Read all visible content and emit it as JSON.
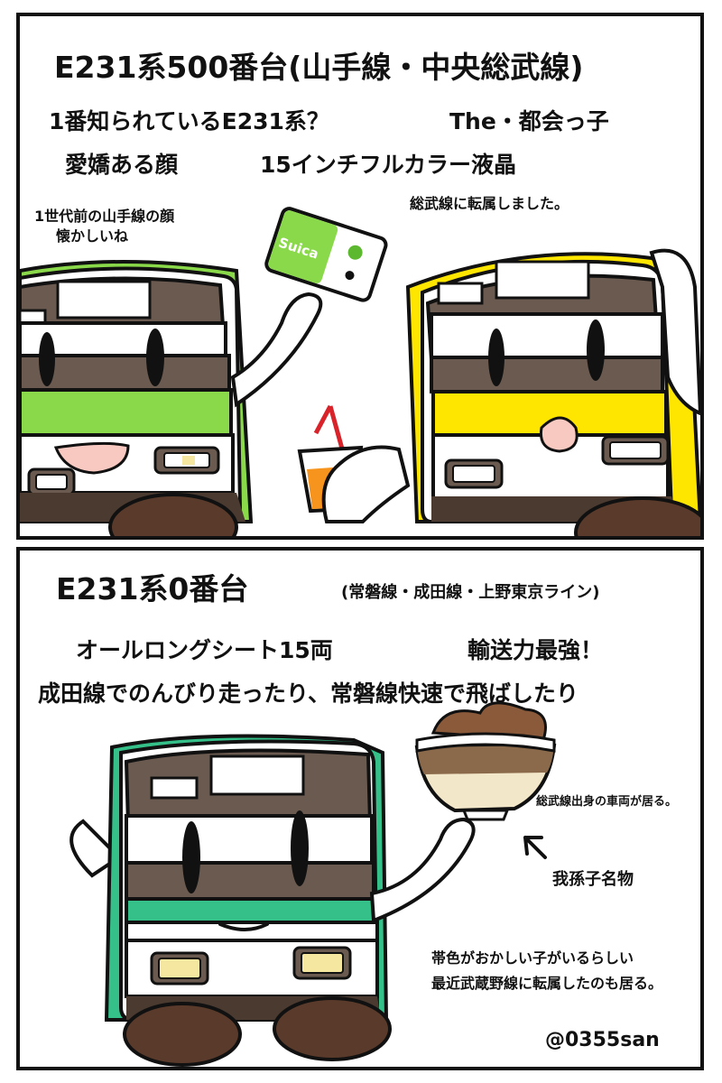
{
  "panel1": {
    "title": "E231系500番台(山手線・中央総武線)",
    "line1_left": "1番知られているE231系？",
    "line1_right": "The・都会っ子",
    "line2_left": "愛嬌ある顔",
    "line2_right": "15インチフルカラー液晶",
    "note_left_1": "1世代前の山手線の顔",
    "note_left_2": "懐かしいね",
    "note_right": "総武線に転属しました。",
    "card_label": "Suica"
  },
  "panel2": {
    "title": "E231系0番台",
    "title_sub": "(常磐線・成田線・上野東京ライン)",
    "line1_left": "オールロングシート15両",
    "line1_right": "輸送力最強！",
    "line2": "成田線でのんびり走ったり、常磐線快速で飛ばしたり",
    "note_bowl": "総武線出身の車両が居る。",
    "note_meibutsu": "我孫子名物",
    "note_bottom_1": "帯色がおかしい子がいるらしい",
    "note_bottom_2": "最近武蔵野線に転属したのも居る。",
    "credit": "@0355san"
  },
  "colors": {
    "yamanote_green": "#8ad94a",
    "sobu_yellow": "#ffe600",
    "joban_emerald": "#35c08a",
    "body_brown": "#6b5a50",
    "wheel_brown": "#5a3a2a",
    "cheek_pink": "#f7c9c1",
    "juice_orange": "#f7941d"
  }
}
